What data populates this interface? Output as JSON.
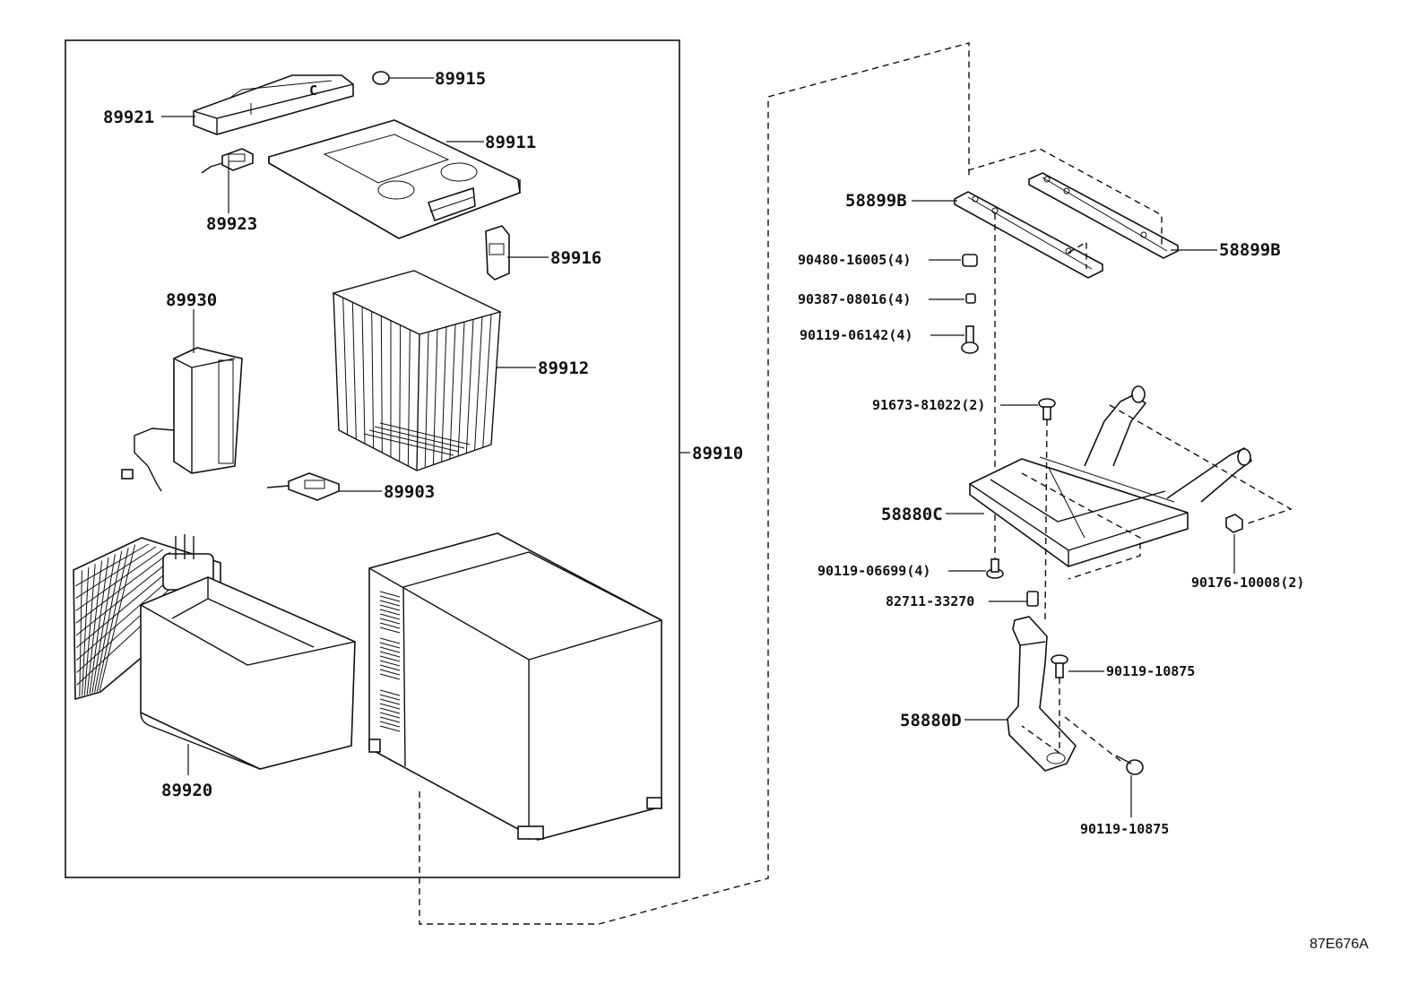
{
  "diagram_code": "87E676A",
  "labels": {
    "p89915": "89915",
    "p89921": "89921",
    "p89911": "89911",
    "p89923": "89923",
    "p89916": "89916",
    "p89930": "89930",
    "p89912": "89912",
    "p89910": "89910",
    "p89903": "89903",
    "p89920": "89920",
    "p58899B_left": "58899B",
    "p58899B_right": "58899B",
    "p90480": "90480-16005(4)",
    "p90387": "90387-08016(4)",
    "p90119_06142": "90119-06142(4)",
    "p91673": "91673-81022(2)",
    "p58880C": "58880C",
    "p90119_06699": "90119-06699(4)",
    "p82711": "82711-33270",
    "p90176": "90176-10008(2)",
    "p90119_10875_a": "90119-10875",
    "p58880D": "58880D",
    "p90119_10875_b": "90119-10875"
  }
}
